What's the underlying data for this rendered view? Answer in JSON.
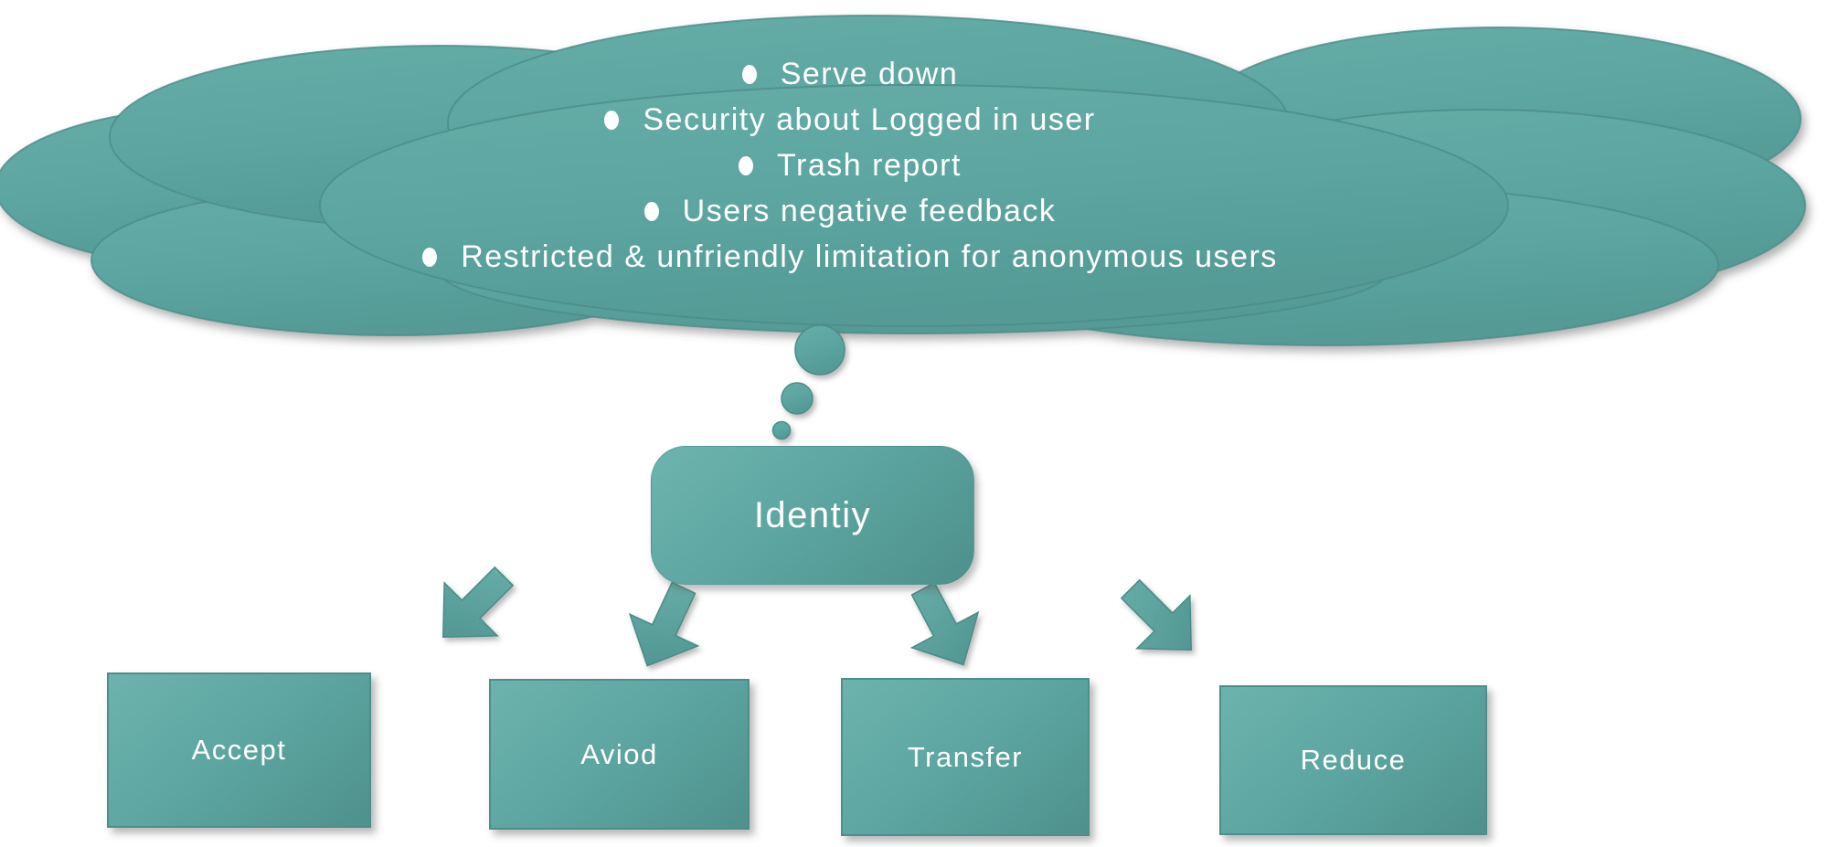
{
  "cloud": {
    "bullets": [
      "Serve down",
      "Security about Logged in user",
      "Trash report",
      "Users negative feedback",
      "Restricted & unfriendly limitation for anonymous users"
    ]
  },
  "identify": {
    "label": "Identiy"
  },
  "strategies": [
    {
      "label": "Accept"
    },
    {
      "label": "Aviod"
    },
    {
      "label": "Transfer"
    },
    {
      "label": "Reduce"
    }
  ],
  "colors": {
    "teal": "#5CA5A0",
    "teal_light": "#6CB2AC",
    "teal_dark": "#4E908B",
    "outline": "#4A8B86",
    "text": "#FFFFFF",
    "background": "#FFFFFF"
  }
}
